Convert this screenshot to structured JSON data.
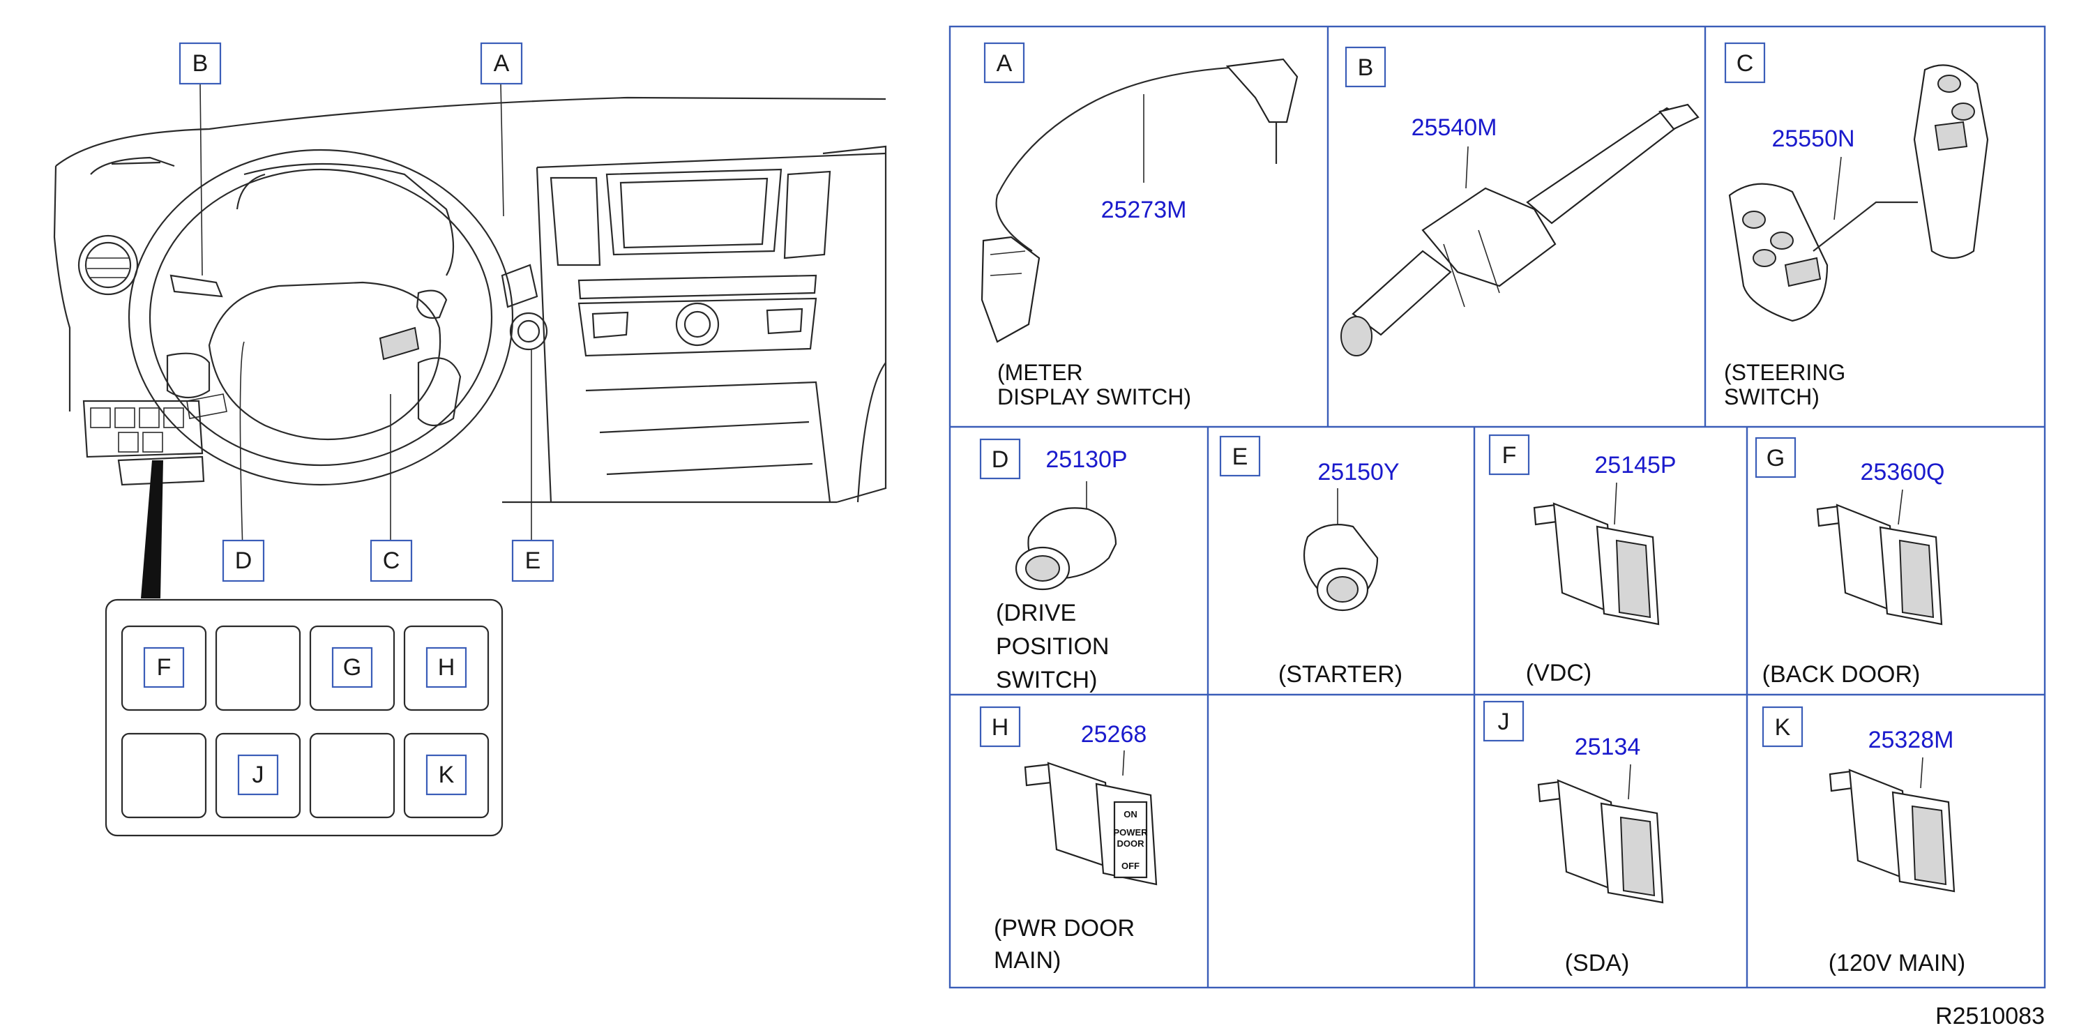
{
  "dashboard": {
    "callouts": {
      "a": "A",
      "b": "B",
      "c": "C",
      "d": "D",
      "e": "E"
    },
    "switch_panel": {
      "slots": [
        "F",
        "",
        "G",
        "H",
        "",
        "J",
        "",
        "K"
      ]
    }
  },
  "parts": {
    "A": {
      "letter": "A",
      "part_no": "25273M",
      "desc": [
        "(METER",
        "DISPLAY SWITCH)"
      ]
    },
    "B": {
      "letter": "B",
      "part_no": "25540M",
      "desc": []
    },
    "C": {
      "letter": "C",
      "part_no": "25550N",
      "desc": [
        "(STEERING",
        "SWITCH)"
      ]
    },
    "D": {
      "letter": "D",
      "part_no": "25130P",
      "desc": [
        "(DRIVE",
        "POSITION",
        "SWITCH)"
      ]
    },
    "E": {
      "letter": "E",
      "part_no": "25150Y",
      "desc": [
        "(STARTER)"
      ]
    },
    "F": {
      "letter": "F",
      "part_no": "25145P",
      "desc": [
        "(VDC)"
      ]
    },
    "G": {
      "letter": "G",
      "part_no": "25360Q",
      "desc": [
        "(BACK   DOOR)"
      ]
    },
    "H": {
      "letter": "H",
      "part_no": "25268",
      "desc": [
        "(PWR   DOOR",
        "MAIN)"
      ],
      "switch_text": [
        "ON",
        "POWER",
        "DOOR",
        "OFF"
      ]
    },
    "J": {
      "letter": "J",
      "part_no": "25134",
      "desc": [
        "(SDA)"
      ]
    },
    "K": {
      "letter": "K",
      "part_no": "25328M",
      "desc": [
        "(120V   MAIN)"
      ]
    }
  },
  "reference_code": "R2510083",
  "colors": {
    "frame": "#3a5db8",
    "part_number": "#1a1acc",
    "line": "#2a2a2a"
  }
}
